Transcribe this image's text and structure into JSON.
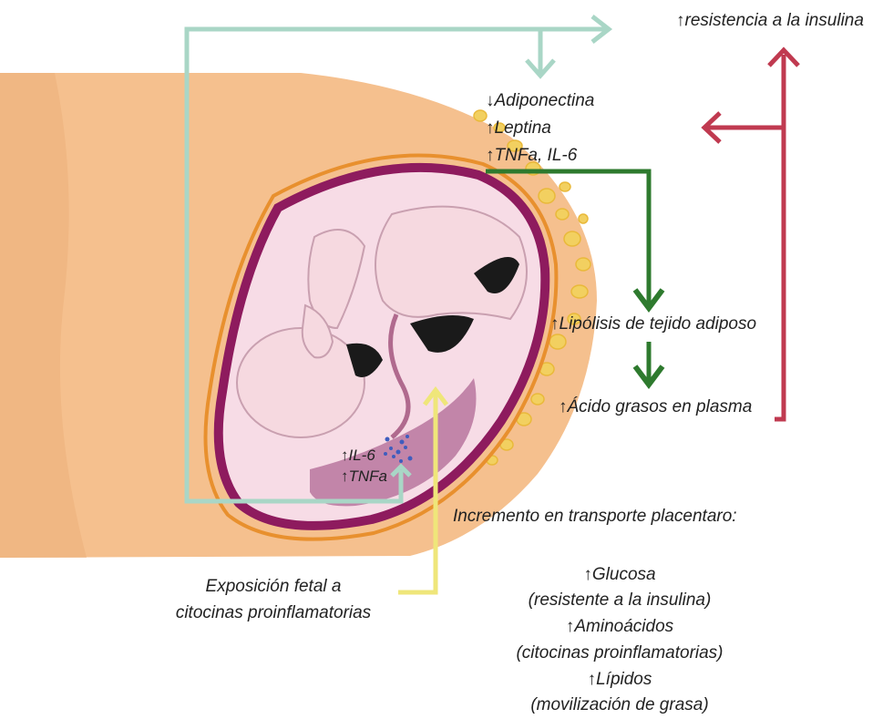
{
  "labels": {
    "insulin_resistance": "↑resistencia a la insulina",
    "adiponectin": "↓Adiponectina",
    "leptin": "↑Leptina",
    "tnfa_il6": "↑TNFa, IL-6",
    "lipolysis": "↑Lipólisis de tejido adiposo",
    "fatty_acids": "↑Ácido grasos en plasma",
    "il6_placenta": "↑IL-6",
    "tnfa_placenta": "↑TNFa",
    "fetal_exposure_line1": "Exposición fetal a",
    "fetal_exposure_line2": "citocinas proinflamatorias",
    "transport_title": "Incremento en transporte placentaro:",
    "glucose": "↑Glucosa",
    "glucose_note": "(resistente a la insulina)",
    "amino_acids": "↑Aminoácidos",
    "amino_note": "(citocinas proinflamatorias)",
    "lipids": "↑Lípidos",
    "lipids_note": "(movilización de grasa)"
  },
  "colors": {
    "body_skin": "#F5C08E",
    "fat_lobule": "#F2D060",
    "uterus_wall": "#8E1B5E",
    "amniotic_fluid": "#F7DCE6",
    "fetus": "#F6D9E0",
    "placenta": "#B9759E",
    "cytokine_arrow": "#A9D6C6",
    "lipolysis_arrow": "#2E7A2E",
    "insulin_arrow": "#C03A50",
    "fetal_arrow": "#EFE67A"
  }
}
